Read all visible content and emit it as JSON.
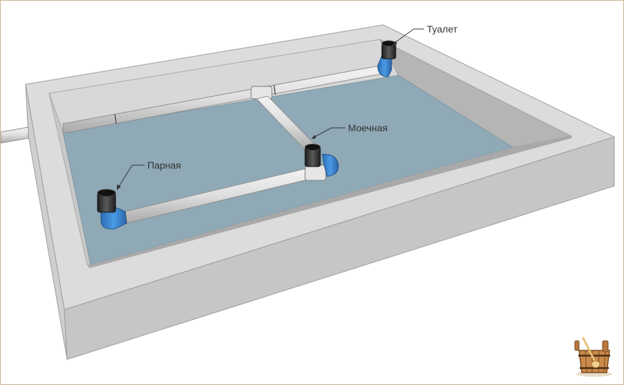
{
  "labels": {
    "toilet": "Туалет",
    "washroom": "Моечная",
    "steam_room": "Парная"
  },
  "colors": {
    "concrete_top": "#dcdcdc",
    "concrete_front": "#c9c9c9",
    "concrete_right": "#bdbdbd",
    "inner_wall": "#d6d6d6",
    "inner_wall_right": "#b2b2b2",
    "floor": "#8fa9b6",
    "pipe": "#e4e4e4",
    "pipe_edge": "#8e8e8e",
    "elbow": "#3b8bd6",
    "socket": "#2f2f2f",
    "frame": "#c9b48e"
  },
  "icons": {
    "logo": "bath-bucket-icon"
  }
}
